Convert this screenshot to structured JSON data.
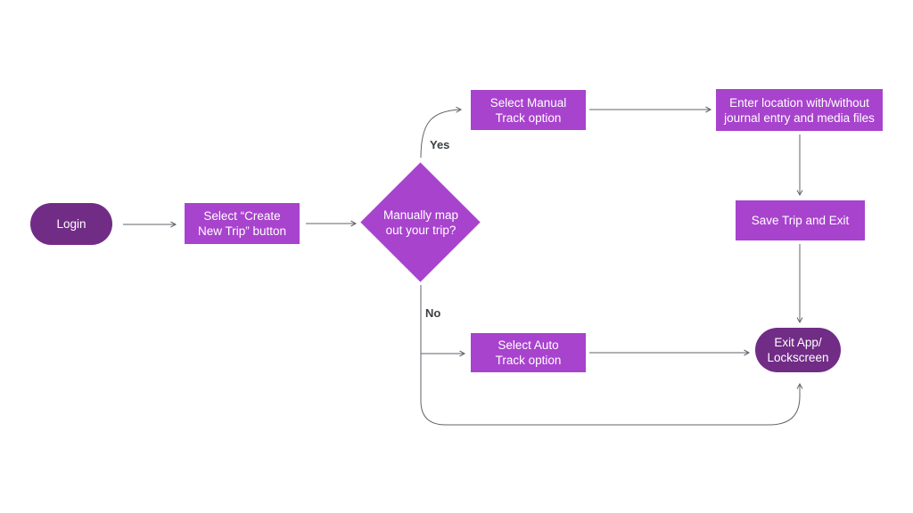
{
  "diagram": {
    "type": "flowchart",
    "nodes": {
      "login": {
        "label": "Login",
        "shape": "terminal"
      },
      "create_trip": {
        "label": "Select “Create\nNew Trip” button",
        "shape": "process"
      },
      "decision": {
        "label": "Manually map\nout your trip?",
        "shape": "decision"
      },
      "manual_track": {
        "label": "Select Manual\nTrack option",
        "shape": "process"
      },
      "enter_location": {
        "label": "Enter location with/without\njournal entry and media files",
        "shape": "process"
      },
      "save_exit": {
        "label": "Save Trip and Exit",
        "shape": "process"
      },
      "auto_track": {
        "label": "Select Auto\nTrack option",
        "shape": "process"
      },
      "exit_app": {
        "label": "Exit App/\nLockscreen",
        "shape": "terminal"
      }
    },
    "edge_labels": {
      "yes": "Yes",
      "no": "No"
    },
    "edges": [
      "login -> create_trip",
      "create_trip -> decision",
      "decision -Yes-> manual_track",
      "manual_track -> enter_location",
      "enter_location -> save_exit",
      "save_exit -> exit_app",
      "decision -No-> auto_track",
      "auto_track -> exit_app",
      "decision -> exit_app (bottom loop)"
    ],
    "colors": {
      "process_fill": "#a843cd",
      "terminal_fill": "#712c86",
      "connector": "#5f6368",
      "shape_text": "#ffffff",
      "edge_label_text": "#3c4043",
      "background": "#ffffff"
    }
  }
}
